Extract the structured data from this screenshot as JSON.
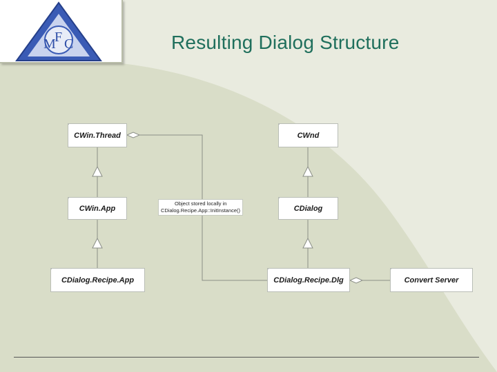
{
  "logo": {
    "letters": [
      "M",
      "F",
      "C"
    ]
  },
  "title": "Resulting Dialog Structure",
  "classes": {
    "cwinthread": "CWin.Thread",
    "cwinapp": "CWin.App",
    "cdialogrecipeapp": "CDialog.Recipe.App",
    "cwnd": "CWnd",
    "cdialog": "CDialog",
    "cdialogrecipedlg": "CDialog.Recipe.Dlg",
    "convertserver": "Convert Server"
  },
  "note": {
    "line1": "Object stored locally in",
    "line2": "CDialog.Recipe.App::InitInstance()"
  },
  "colors": {
    "title": "#1f6f5c",
    "background": "#d9ddc8",
    "logo_blue": "#2f4fa8"
  }
}
